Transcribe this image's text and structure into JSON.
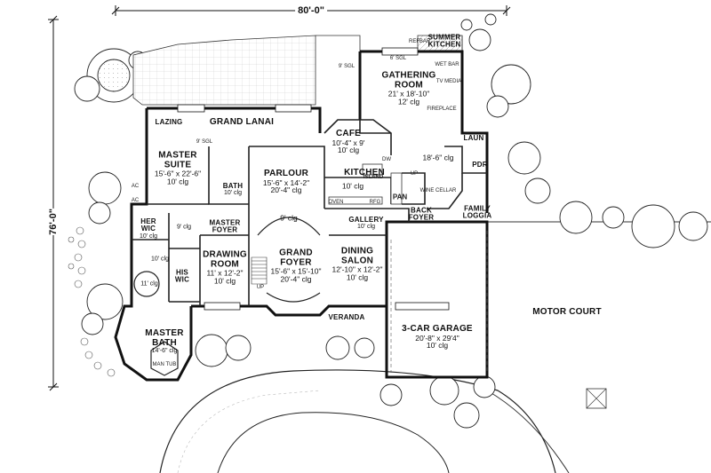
{
  "dimensions": {
    "width_label": "80'-0\"",
    "depth_label": "76'-0\""
  },
  "rooms": {
    "gathering_room": {
      "name1": "GATHERING",
      "name2": "ROOM",
      "size": "21' x 18'-10\"",
      "ceiling": "12' clg"
    },
    "summer_kitchen": {
      "name1": "SUMMER",
      "name2": "KITCHEN"
    },
    "cafe": {
      "name": "CAFE",
      "size": "10'-4\" x 9'",
      "ceiling": "10' clg"
    },
    "kitchen": {
      "name": "KITCHEN",
      "island": "ISLAND",
      "ceiling": "10' clg"
    },
    "grand_lanai": {
      "name": "GRAND LANAI"
    },
    "lazing": {
      "name": "LAZING"
    },
    "master_suite": {
      "name1": "MASTER",
      "name2": "SUITE",
      "size": "15'-6\" x 22'-6\"",
      "ceiling": "10' clg"
    },
    "parlour": {
      "name": "PARLOUR",
      "size": "15'-6\" x 14'-2\"",
      "ceiling": "20'-4\" clg",
      "ceiling2": "9' clg"
    },
    "bath": {
      "name": "BATH",
      "ceiling": "10' clg"
    },
    "laun": {
      "name": "LAUN"
    },
    "pdr": {
      "name": "PDR"
    },
    "rear_space": {
      "ceiling": "18'-6\" clg"
    },
    "gallery": {
      "name": "GALLERY",
      "ceiling": "10' clg"
    },
    "back_foyer": {
      "name1": "BACK",
      "name2": "FOYER"
    },
    "family_loggia": {
      "name1": "FAMILY",
      "name2": "LOGGIA"
    },
    "master_foyer": {
      "name1": "MASTER",
      "name2": "FOYER"
    },
    "her_wic": {
      "name1": "HER",
      "name2": "WIC",
      "ceiling": "10' clg"
    },
    "his_wic": {
      "name1": "HIS",
      "name2": "WIC"
    },
    "drawing_room": {
      "name1": "DRAWING",
      "name2": "ROOM",
      "size": "11' x 12'-2\"",
      "ceiling": "10' clg"
    },
    "grand_foyer": {
      "name1": "GRAND",
      "name2": "FOYER",
      "size": "15'-6\" x 15'-10\"",
      "ceiling": "20'-4\" clg"
    },
    "dining_salon": {
      "name1": "DINING",
      "name2": "SALON",
      "size": "12'-10\" x 12'-2\"",
      "ceiling": "10' clg"
    },
    "garage": {
      "name": "3-CAR GARAGE",
      "size": "20'-8\" x 29'4\"",
      "ceiling": "10' clg"
    },
    "motor_court": {
      "name": "MOTOR COURT"
    },
    "veranda": {
      "name": "VERANDA"
    },
    "master_bath": {
      "name1": "MASTER",
      "name2": "BATH",
      "size": "14'-6\" clg"
    },
    "circle_space": {
      "ceiling": "11' clg"
    },
    "hall_left": {
      "ceiling1": "9' clg",
      "ceiling2": "10' clg"
    }
  },
  "small_labels": {
    "wet_bar": "WET BAR",
    "tv_media": "TV MEDIA",
    "fireplace": "FIREPLACE",
    "wine_cellar": "WINE CELLAR",
    "pan": "PAN",
    "dw": "DW",
    "oven": "OVEN",
    "rfg": "RFG",
    "up": "UP",
    "up2": "UP",
    "sgl_left": "9' SGL",
    "sgl_right": "9' SGL",
    "sgl_top": "6' SGL",
    "ac1": "AC",
    "ac2": "AC",
    "man_tub": "MAN TUB",
    "bar": "BAR",
    "ref": "REF"
  }
}
